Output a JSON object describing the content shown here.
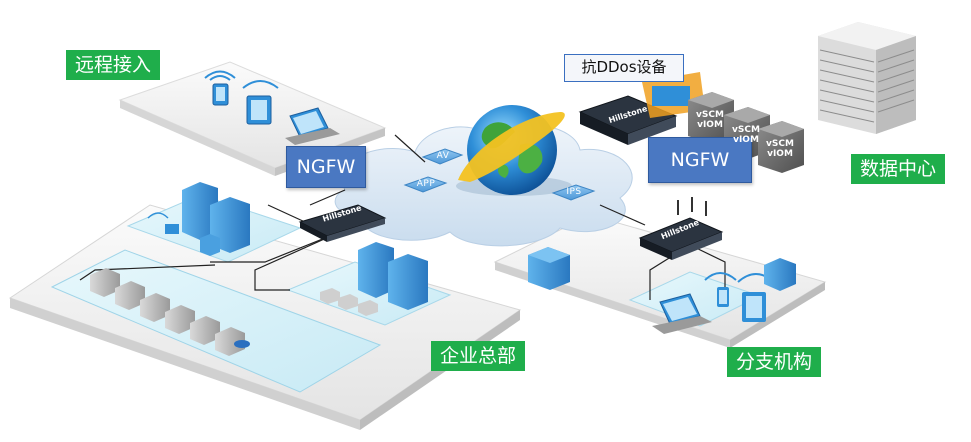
{
  "regions": {
    "remote_access": "远程接入",
    "headquarters": "企业总部",
    "branch": "分支机构",
    "data_center": "数据中心"
  },
  "devices": {
    "ngfw_left": "NGFW",
    "ngfw_right": "NGFW",
    "anti_ddos": "抗DDos设备",
    "firewall_brand": "Hillstone"
  },
  "security_tags": {
    "av": "AV",
    "app": "APP",
    "ips": "IPS"
  },
  "vscm_blocks": [
    [
      "vSCM",
      "vIOM"
    ],
    [
      "vSCM",
      "vIOM"
    ],
    [
      "vSCM",
      "vIOM"
    ]
  ],
  "colors": {
    "label_green": "#1fae4b",
    "ngfw_blue": "#4a78c2",
    "cloud": "#dbe8f4",
    "platform": "#f0f0f0",
    "water": "#dff4fb",
    "building": "#3d8fd0"
  }
}
